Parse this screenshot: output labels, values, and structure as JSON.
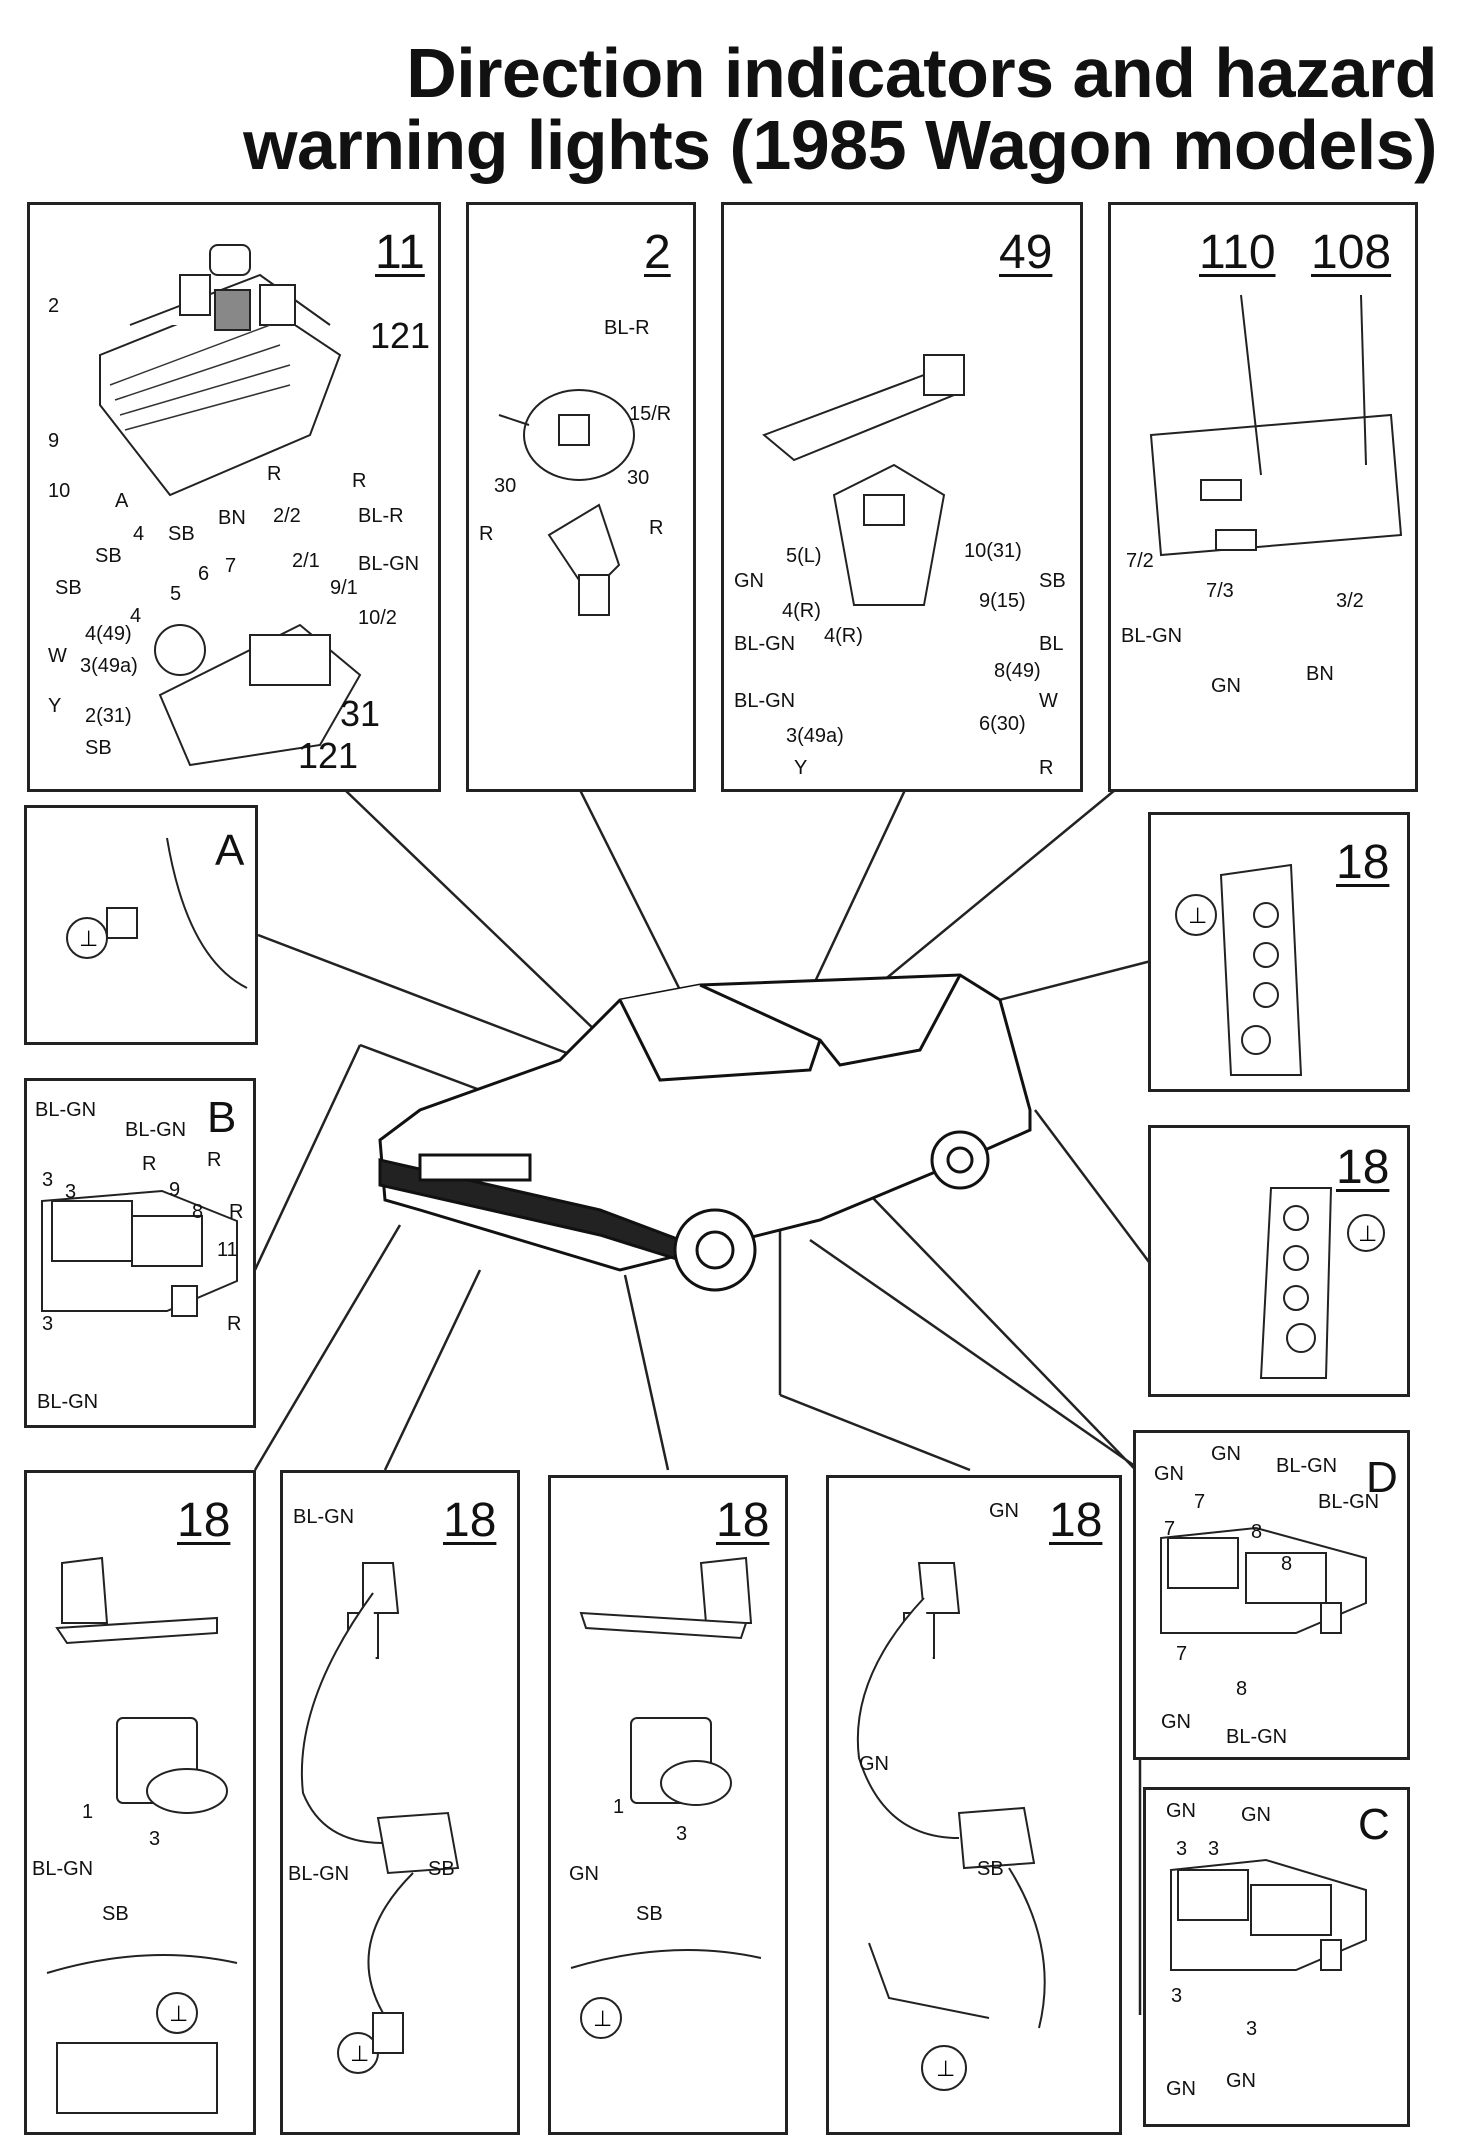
{
  "title": {
    "line1": "Direction indicators and hazard",
    "line2": "warning lights (1985 Wagon models)"
  },
  "panels": {
    "p11": {
      "num": "11",
      "labels": [
        "2",
        "121",
        "9",
        "10",
        "A",
        "4",
        "SB",
        "R",
        "BN",
        "2/2",
        "R",
        "BL-R",
        "SB",
        "6",
        "7",
        "2/1",
        "BL-GN",
        "SB",
        "5",
        "9/1",
        "4",
        "4(49)",
        "10/2",
        "W",
        "3(49a)",
        "Y",
        "2(31)",
        "31",
        "SB",
        "121"
      ]
    },
    "p2": {
      "num": "2",
      "labels": [
        "BL-R",
        "15/R",
        "30",
        "30",
        "R",
        "R"
      ]
    },
    "p49": {
      "num": "49",
      "labels": [
        "5(L)",
        "10(31)",
        "GN",
        "SB",
        "4(R)",
        "9(15)",
        "BL-GN",
        "4(R)",
        "BL",
        "8(49)",
        "BL-GN",
        "W",
        "3(49a)",
        "6(30)",
        "Y",
        "R"
      ]
    },
    "p110": {
      "num1": "110",
      "num2": "108",
      "labels": [
        "7/2",
        "7/3",
        "3/2",
        "BL-GN",
        "GN",
        "BN"
      ]
    },
    "pA": {
      "letter": "A"
    },
    "pR1": {
      "num": "18"
    },
    "pR2": {
      "num": "18"
    },
    "pB": {
      "letter": "B",
      "labels": [
        "BL-GN",
        "BL-GN",
        "3",
        "3",
        "R",
        "R",
        "9",
        "8",
        "R",
        "11",
        "3",
        "R",
        "BL-GN"
      ]
    },
    "pD": {
      "letter": "D",
      "labels": [
        "GN",
        "GN",
        "BL-GN",
        "7",
        "BL-GN",
        "7",
        "8",
        "8",
        "7",
        "8",
        "GN",
        "BL-GN"
      ]
    },
    "pC": {
      "letter": "C",
      "labels": [
        "GN",
        "GN",
        "3",
        "3",
        "3",
        "3",
        "GN",
        "GN"
      ]
    },
    "b1": {
      "num": "18",
      "labels": [
        "1",
        "3",
        "BL-GN",
        "SB"
      ]
    },
    "b2": {
      "num": "18",
      "labels": [
        "BL-GN",
        "BL-GN",
        "SB"
      ]
    },
    "b3": {
      "num": "18",
      "labels": [
        "1",
        "3",
        "GN",
        "SB"
      ]
    },
    "b4": {
      "num": "18",
      "labels": [
        "GN",
        "GN",
        "SB"
      ]
    }
  }
}
